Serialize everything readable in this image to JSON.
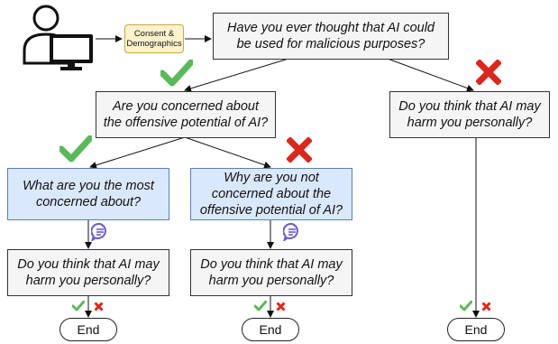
{
  "consent_label": "Consent & Demographics",
  "q_root": "Have you ever thought that AI could be used for malicious purposes?",
  "q_concerned": "Are you concerned about the offensive potential of AI?",
  "q_harm_right": "Do you think that AI may harm you personally?",
  "q_most_concerned": "What are you the most concerned about?",
  "q_why_not": "Why are you not concerned about the offensive potential of AI?",
  "q_harm_left": "Do you think that AI may harm you personally?",
  "q_harm_mid": "Do you think that AI may harm you personally?",
  "end_label": "End",
  "icons": {
    "user": "user-at-computer-icon",
    "yes": "checkmark-icon",
    "no": "cross-icon",
    "chat": "speech-bubble-icon"
  },
  "colors": {
    "yes_green": "#5cb85c",
    "no_red": "#d9281e",
    "chat_purple": "#6a5acd",
    "blue_box": "#dae8fc",
    "consent_yellow": "#fff2cc"
  }
}
